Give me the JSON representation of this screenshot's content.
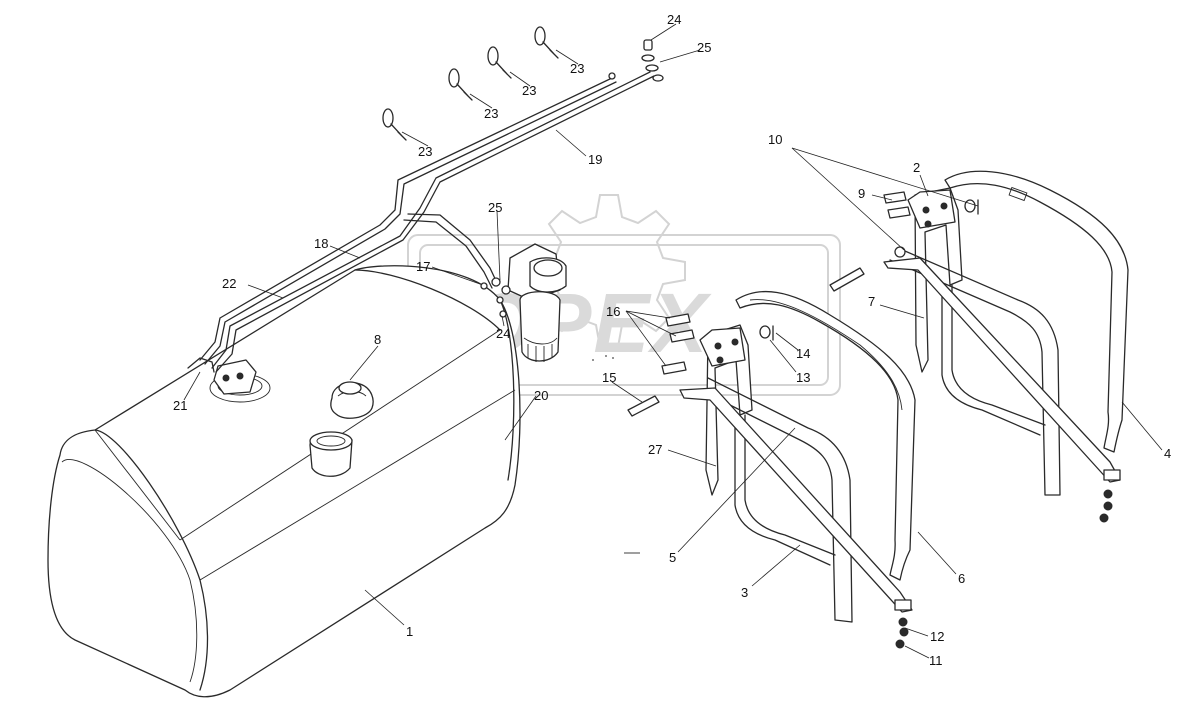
{
  "watermark": {
    "text": "OPEX"
  },
  "callouts": [
    "1",
    "2",
    "3",
    "4",
    "5",
    "6",
    "7",
    "8",
    "9",
    "10",
    "11",
    "12",
    "13",
    "14",
    "15",
    "16",
    "17",
    "18",
    "19",
    "20",
    "21",
    "22",
    "23",
    "24",
    "25",
    "27"
  ],
  "colors": {
    "line": "#2a2a2a",
    "watermark": "#d3d3d3",
    "background": "#ffffff"
  }
}
